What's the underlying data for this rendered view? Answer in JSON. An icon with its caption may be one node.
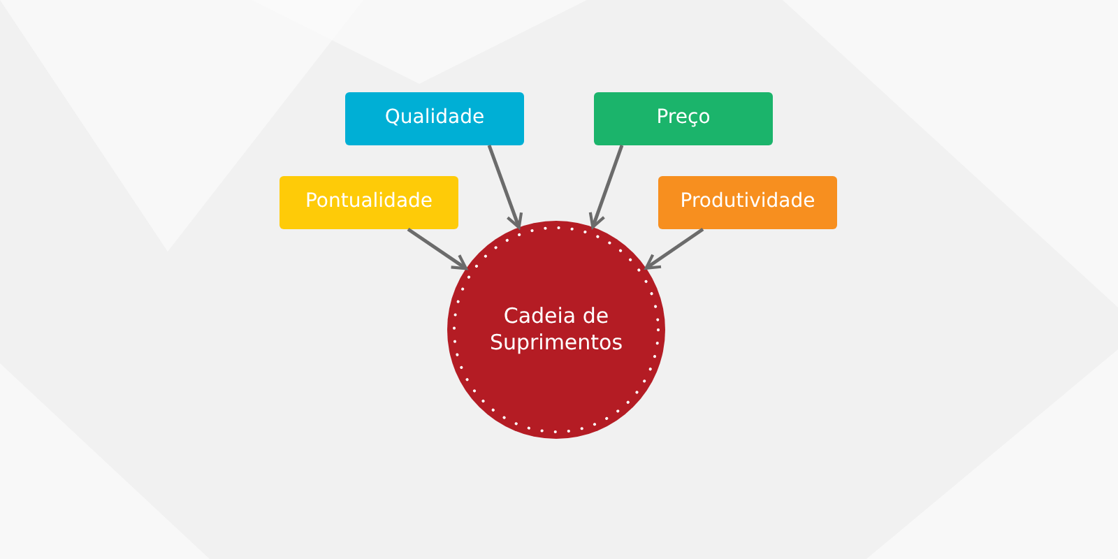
{
  "diagram": {
    "nodes": [
      {
        "text": [
          "Qualidade"
        ]
      },
      {
        "text": [
          "Preço"
        ]
      },
      {
        "text": [
          "Pontualidade"
        ]
      },
      {
        "text": [
          "Produtividade"
        ]
      },
      {
        "text": [
          "Cadeia de Suprimentos"
        ]
      }
    ],
    "edges": [
      {
        "from": 0,
        "to": 4,
        "arrow": "to"
      },
      {
        "from": 1,
        "to": 4,
        "arrow": "to"
      },
      {
        "from": 2,
        "to": 4,
        "arrow": "to"
      },
      {
        "from": 3,
        "to": 4,
        "arrow": "to"
      }
    ]
  }
}
